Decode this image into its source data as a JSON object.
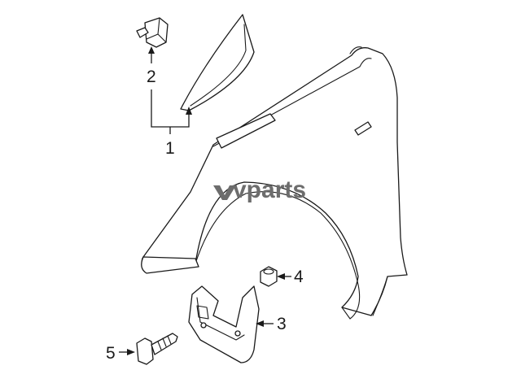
{
  "watermark": {
    "text": "vparts"
  },
  "callouts": [
    {
      "id": "1",
      "label": "1"
    },
    {
      "id": "2",
      "label": "2"
    },
    {
      "id": "3",
      "label": "3"
    },
    {
      "id": "4",
      "label": "4"
    },
    {
      "id": "5",
      "label": "5"
    }
  ],
  "colors": {
    "line": "#1a1a1a",
    "watermark": "#6d6d6d",
    "background": "#ffffff"
  }
}
